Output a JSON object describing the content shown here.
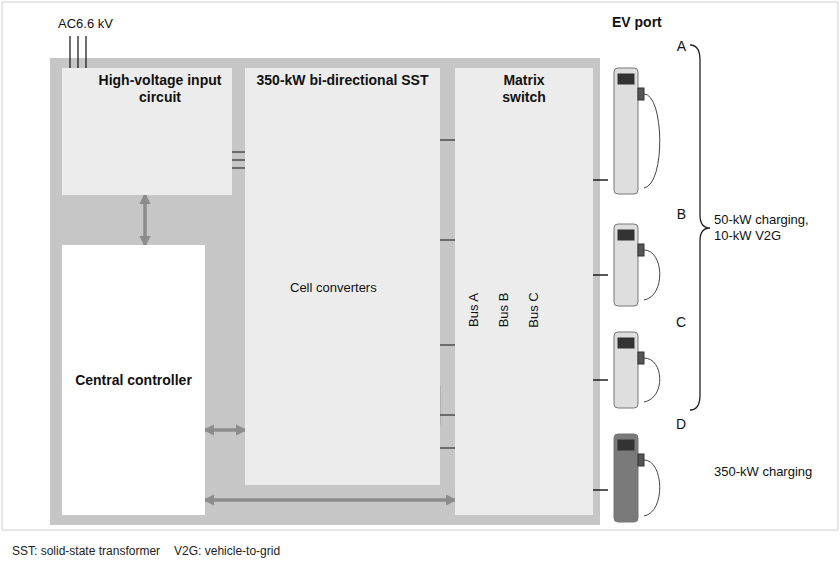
{
  "diagram": {
    "nodes": [
      {
        "text": [
          "High-voltage input circuit"
        ]
      },
      {
        "text": [
          "350-kW bi-directional SST"
        ]
      },
      {
        "text": [
          "Matrix switch"
        ]
      },
      {
        "text": [
          "Central controller"
        ]
      },
      {
        "text": [
          "A"
        ]
      },
      {
        "text": [
          "B"
        ]
      },
      {
        "text": [
          "C"
        ]
      },
      {
        "text": [
          "D"
        ]
      }
    ],
    "edges": [
      {
        "from": 0,
        "to": 3,
        "arrow": "both"
      },
      {
        "from": 3,
        "to": 1,
        "arrow": "both"
      },
      {
        "from": 3,
        "to": 2,
        "arrow": "both"
      },
      {
        "from": 2,
        "to": 4,
        "arrow": "none"
      },
      {
        "from": 2,
        "to": 5,
        "arrow": "none"
      },
      {
        "from": 2,
        "to": 6,
        "arrow": "none"
      },
      {
        "from": 2,
        "to": 7,
        "arrow": "none"
      }
    ],
    "labels": [
      "AC6.6 kV",
      "Cell converters",
      "Bus A",
      "Bus B",
      "Bus C",
      "EV port",
      "50-kW charging, 10-kW V2G",
      "350-kW charging",
      "SST: solid-state transformer",
      "V2G: vehicle-to-grid"
    ]
  }
}
